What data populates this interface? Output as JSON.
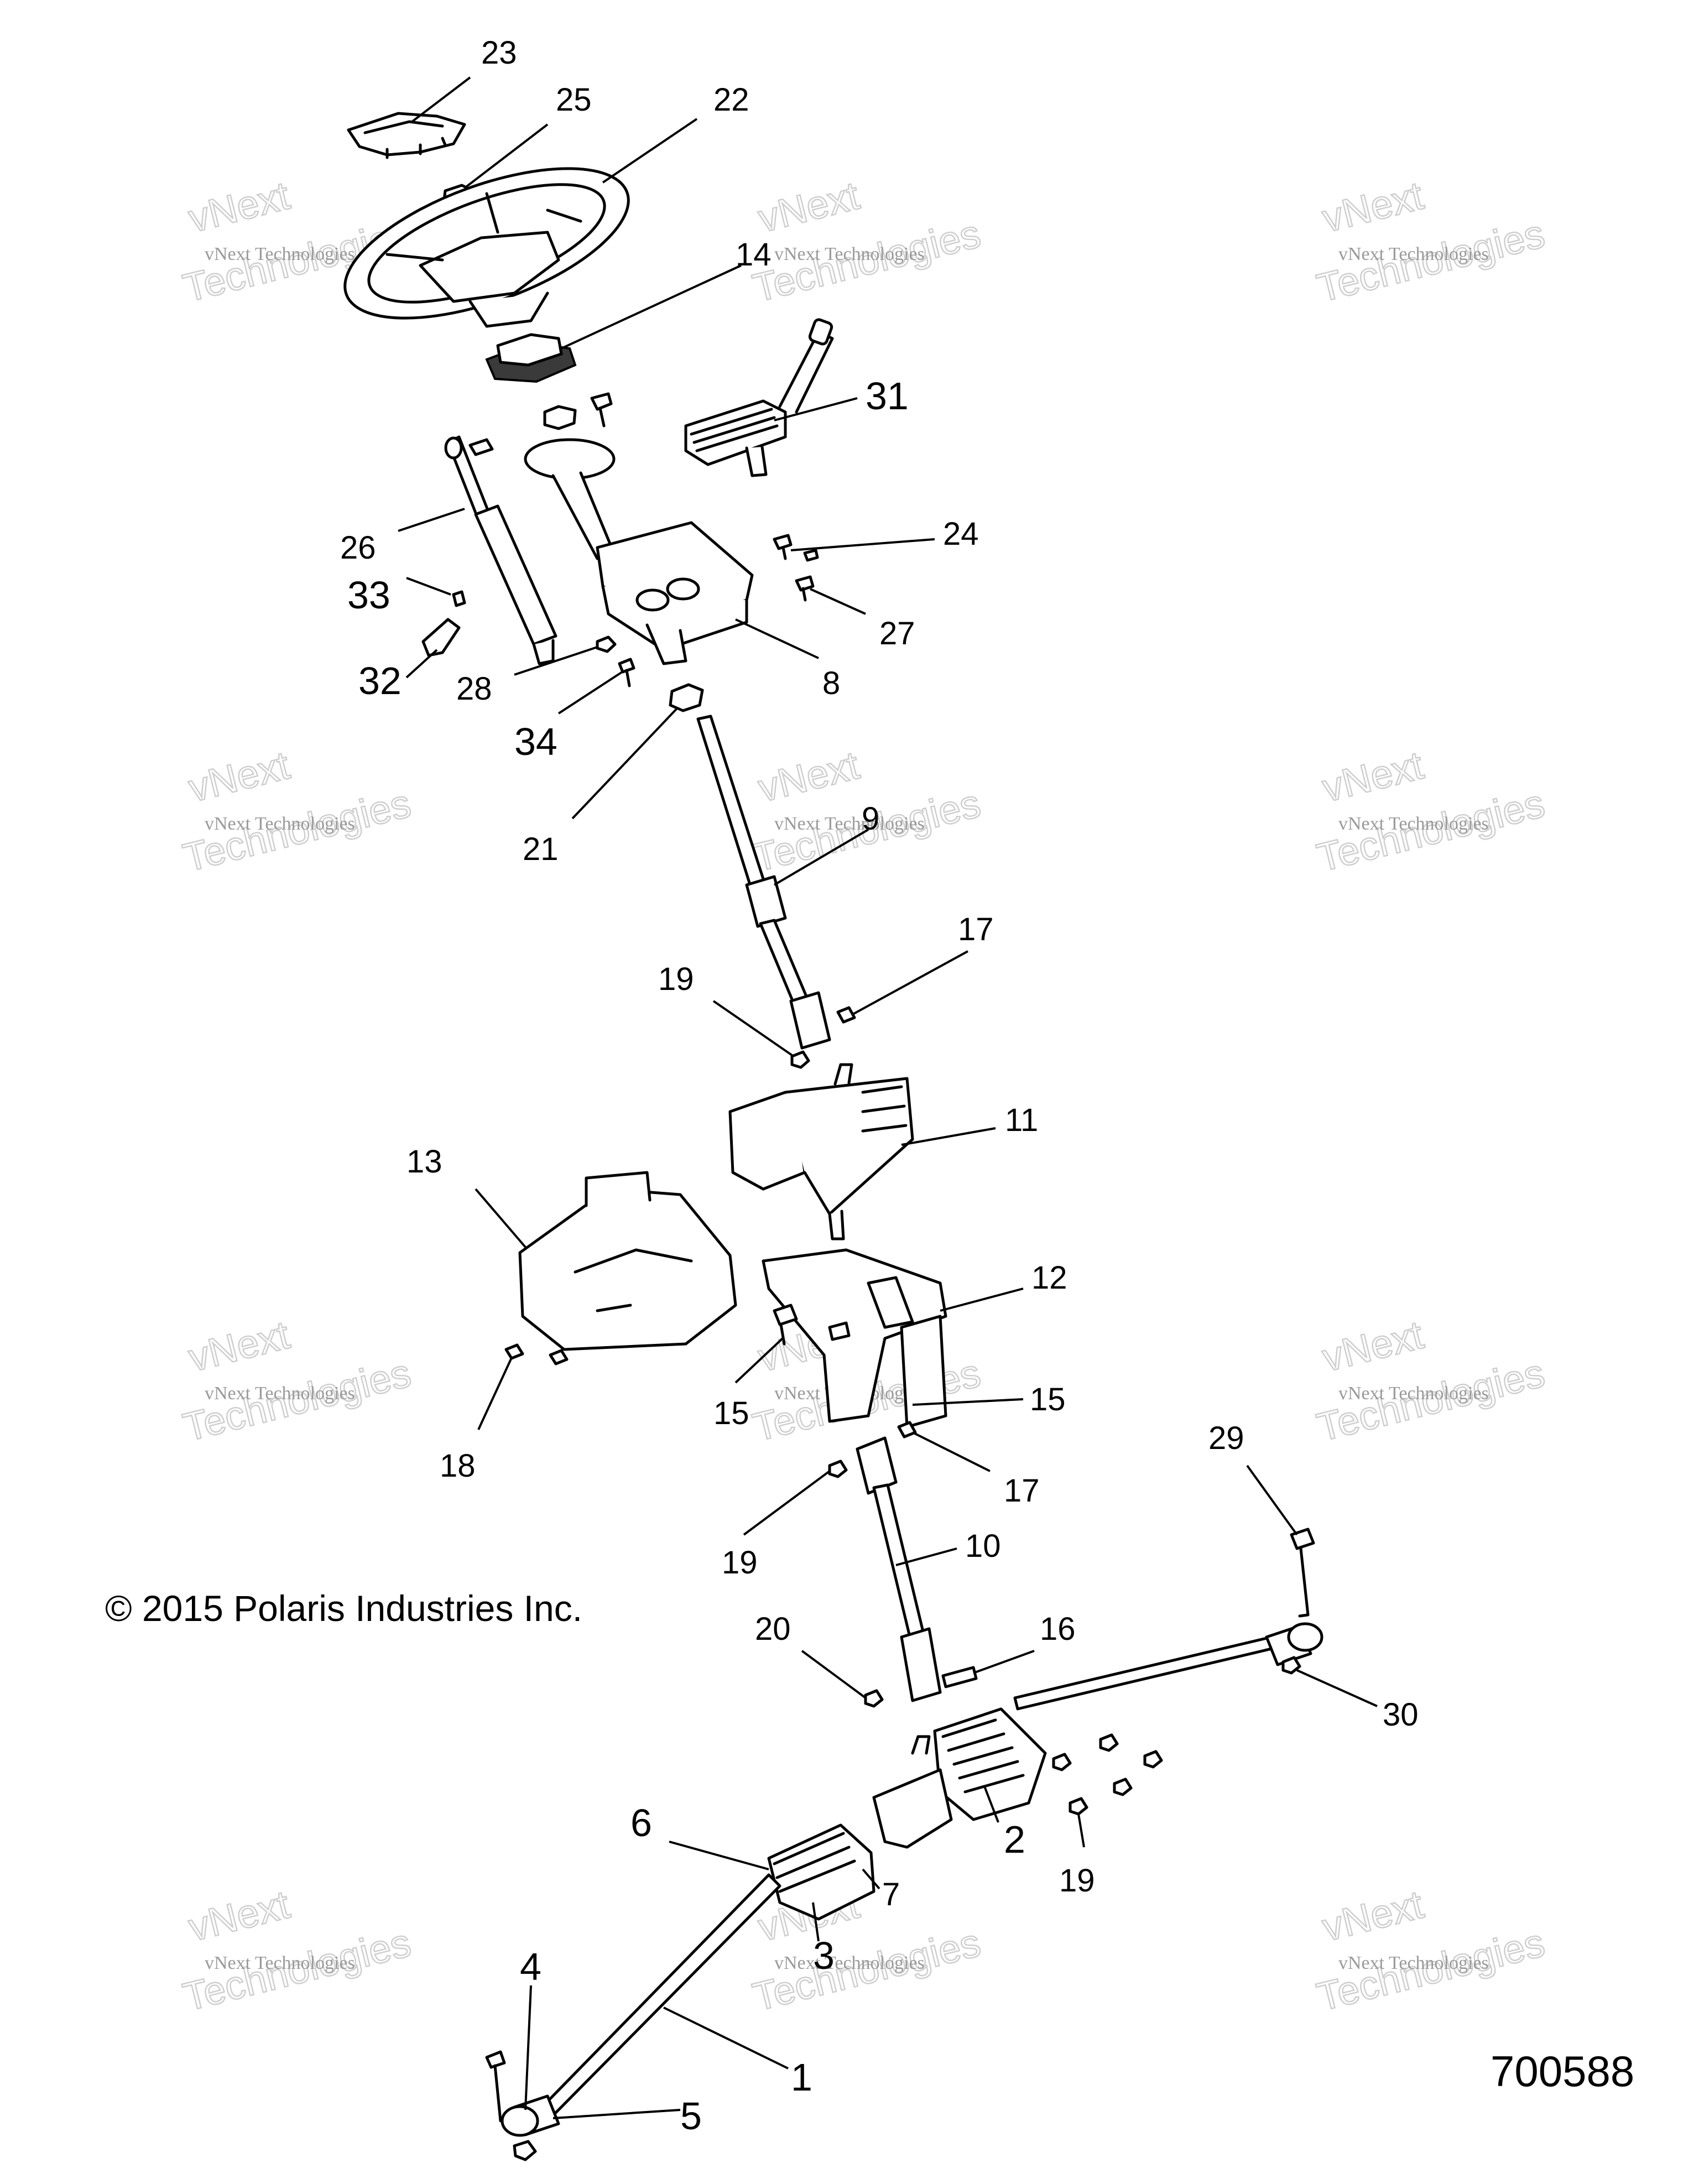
{
  "copyright": "© 2015 Polaris Industries Inc.",
  "drawing_number": "700588",
  "watermark": {
    "line1": "vNext Technologies",
    "line2": "vNext",
    "line3": "Technologies"
  },
  "callouts": [
    "23",
    "25",
    "22",
    "14",
    "31",
    "26",
    "24",
    "33",
    "27",
    "32",
    "28",
    "8",
    "34",
    "21",
    "9",
    "17",
    "19",
    "11",
    "13",
    "12",
    "15",
    "15",
    "17",
    "18",
    "19",
    "10",
    "29",
    "20",
    "16",
    "30",
    "6",
    "2",
    "7",
    "3",
    "19",
    "4",
    "1",
    "5"
  ]
}
